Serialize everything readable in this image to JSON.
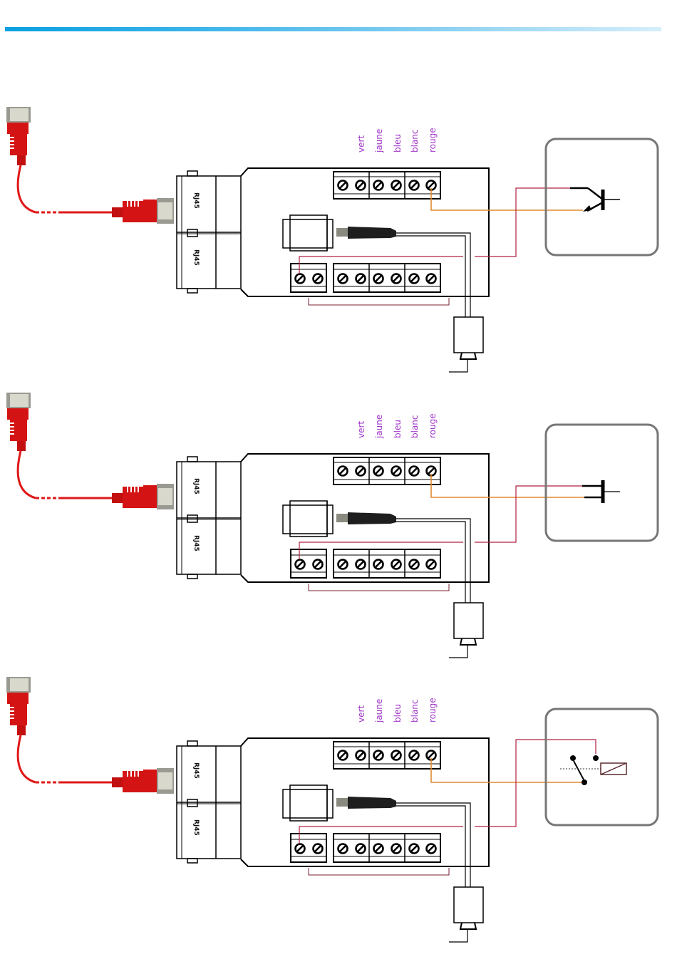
{
  "header": {
    "accent_bar_colors": [
      "#0aa0e0",
      "#d6eefa"
    ]
  },
  "colors": {
    "red_wire": "#b02040",
    "orange_wire": "#e08a30",
    "cable_red": "#e01818",
    "label_purple": "#a035c8",
    "device_box_border": "#777777"
  },
  "panels": [
    {
      "id": "panel-1",
      "device_type": "transistor-output",
      "wire_labels": [
        "vert",
        "jaune",
        "bleu",
        "blanc",
        "rouge"
      ],
      "rj45_labels": [
        "RJ45",
        "RJ45"
      ]
    },
    {
      "id": "panel-2",
      "device_type": "push-button-contact",
      "wire_labels": [
        "vert",
        "jaune",
        "bleu",
        "blanc",
        "rouge"
      ],
      "rj45_labels": [
        "RJ45",
        "RJ45"
      ]
    },
    {
      "id": "panel-3",
      "device_type": "relay-contact",
      "wire_labels": [
        "vert",
        "jaune",
        "bleu",
        "blanc",
        "rouge"
      ],
      "rj45_labels": [
        "RJ45",
        "RJ45"
      ]
    }
  ]
}
